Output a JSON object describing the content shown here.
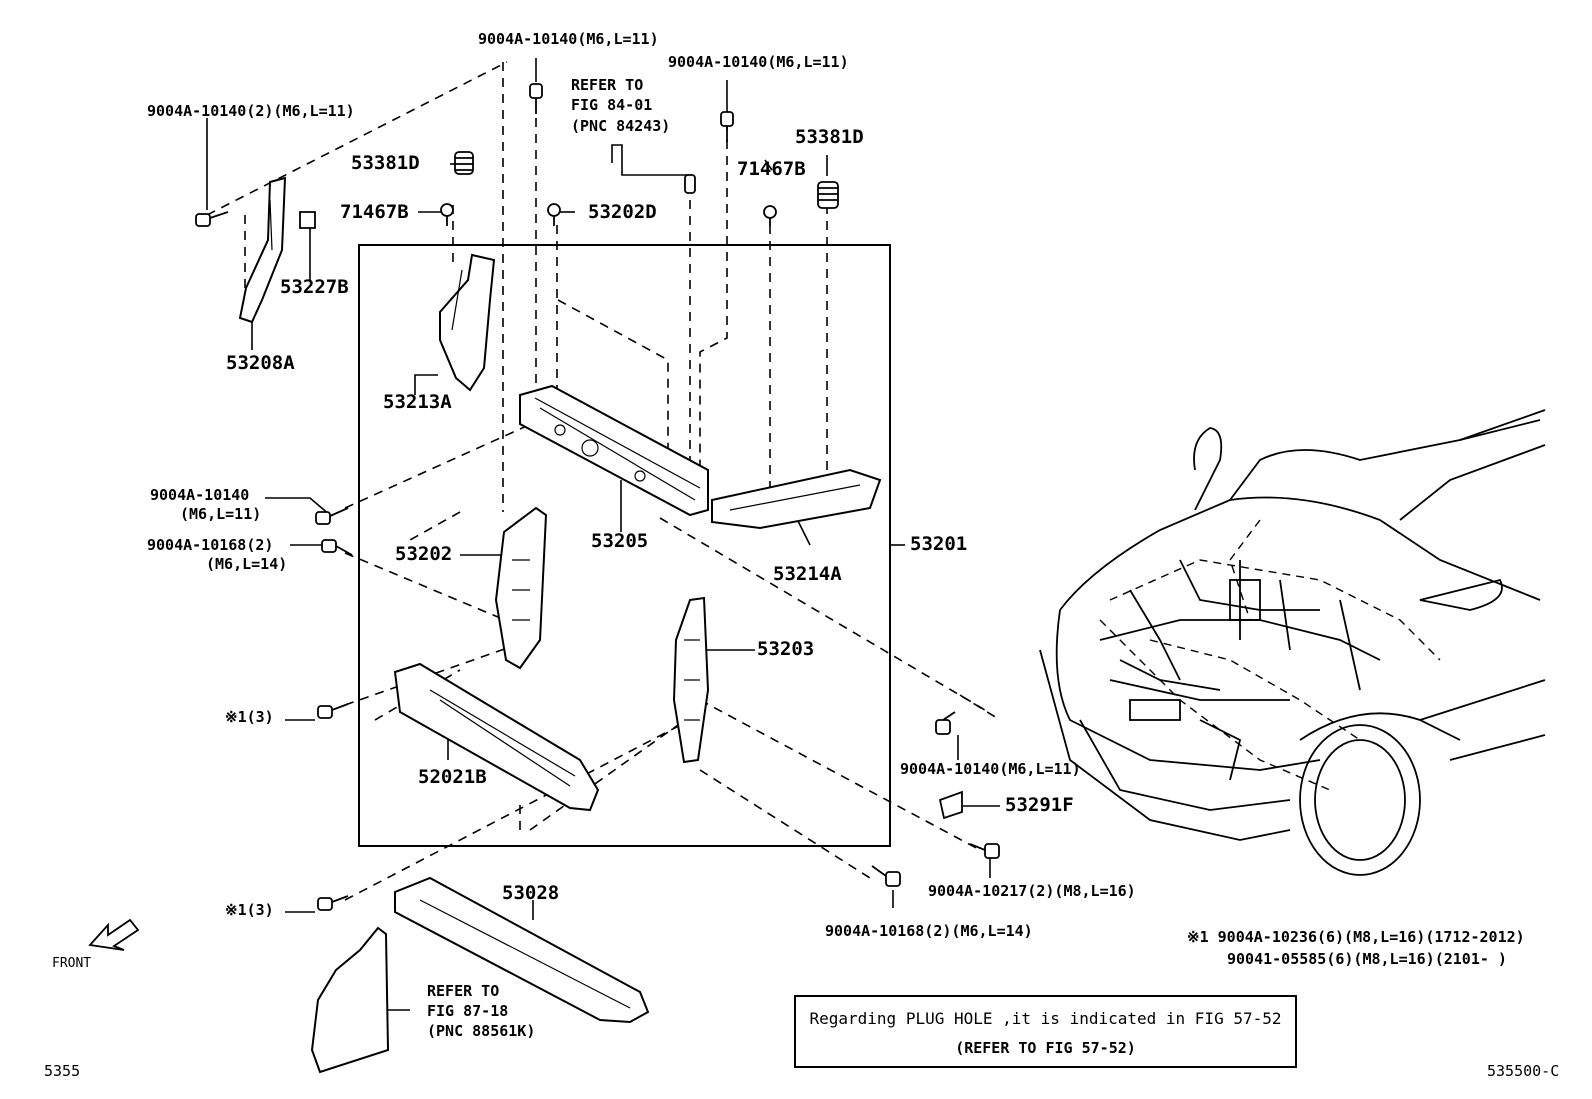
{
  "labels": {
    "bolt_top_left": "9004A-10140(2)(M6,L=11)",
    "bolt_top_center": "9004A-10140(M6,L=11)",
    "bolt_top_right": "9004A-10140(M6,L=11)",
    "refer_84_l1": "REFER TO",
    "refer_84_l2": "FIG 84-01",
    "refer_84_l3": "(PNC 84243)",
    "p53381D_left": "53381D",
    "p53381D_right": "53381D",
    "p71467B_left": "71467B",
    "p71467B_right": "71467B",
    "p53202D": "53202D",
    "p53227B": "53227B",
    "p53208A": "53208A",
    "p53213A": "53213A",
    "bolt_mid_left_l1": "9004A-10140",
    "bolt_mid_left_l2": "(M6,L=11)",
    "bolt_10168_left_l1": "9004A-10168(2)",
    "bolt_10168_left_l2": "(M6,L=14)",
    "p53202": "53202",
    "p53205": "53205",
    "p53214A": "53214A",
    "p53201": "53201",
    "p53203": "53203",
    "p52021B": "52021B",
    "ref1_a": "※1(3)",
    "ref1_b": "※1(3)",
    "bolt_right_mid": "9004A-10140(M6,L=11)",
    "p53291F": "53291F",
    "bolt_10217": "9004A-10217(2)(M8,L=16)",
    "bolt_10168_bottom": "9004A-10168(2)(M6,L=14)",
    "p53028": "53028",
    "refer_87_l1": "REFER TO",
    "refer_87_l2": "FIG 87-18",
    "refer_87_l3": "(PNC 88561K)",
    "front": "FRONT",
    "footnote_l1": "※1 9004A-10236(6)(M8,L=16)(1712-2012)",
    "footnote_l2": "90041-05585(6)(M8,L=16)(2101-      )",
    "note_l1": "Regarding PLUG HOLE ,it is indicated in FIG 57-52",
    "note_l2": "(REFER TO FIG 57-52)",
    "page_num": "5355",
    "fig_code": "535500-C"
  }
}
